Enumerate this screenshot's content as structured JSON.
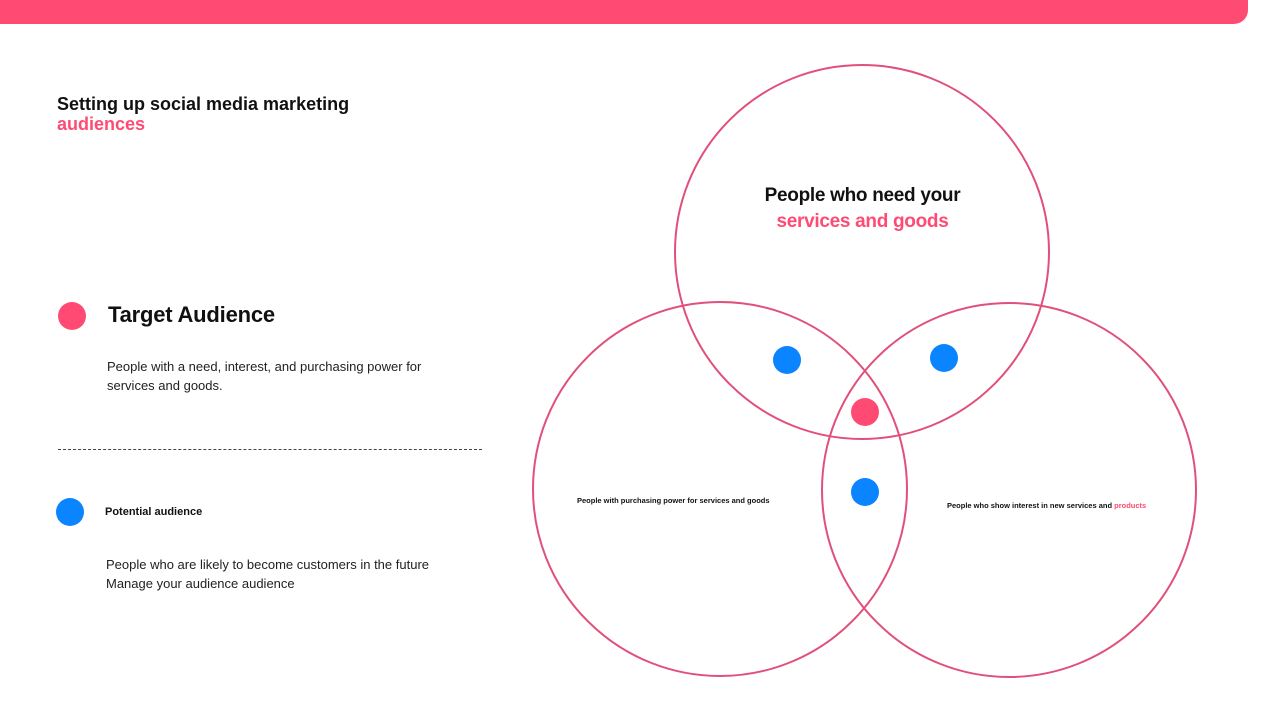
{
  "colors": {
    "accent": "#ff4b73",
    "blue": "#0a84ff",
    "circle_stroke": "#e0507a",
    "text": "#111111"
  },
  "heading": {
    "line1": "Setting up social media marketing",
    "line2": "audiences"
  },
  "legend": {
    "target": {
      "title": "Target Audience",
      "desc_line1": "People with a need, interest, and purchasing power for",
      "desc_line2": "services and goods."
    },
    "potential": {
      "title": "Potential audience",
      "desc_line1": "People who are likely to become customers in the future",
      "desc_line2": "Manage your audience audience"
    }
  },
  "venn": {
    "top_circle": {
      "label_line1": "People who need your",
      "label_line2": "services and goods"
    },
    "left_circle": {
      "label": "People with purchasing power for services and goods"
    },
    "right_circle": {
      "label_prefix": "People who show interest in new services and ",
      "label_accent": "products"
    }
  }
}
